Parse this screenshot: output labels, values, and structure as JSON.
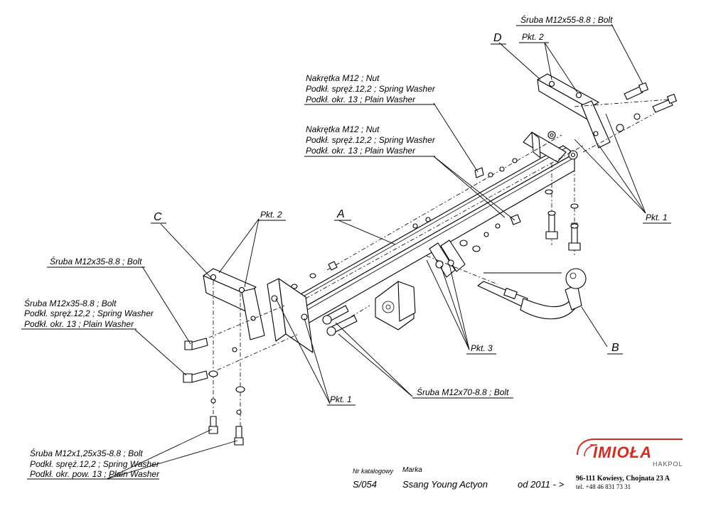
{
  "labels": {
    "bolt_top": "Śruba M12x55-8.8 ;  Bolt",
    "d": "D",
    "pkt2_top": "Pkt. 2",
    "nut_group_1": [
      "Nakrętka  M12 ; Nut",
      "Podkł. spręż.12,2 ; Spring Washer",
      "Podkł. okr. 13 ; Plain Washer"
    ],
    "nut_group_2": [
      "Nakrętka  M12 ; Nut",
      "Podkł. spręż.12,2 ; Spring Washer",
      "Podkł. okr. 13 ; Plain Washer"
    ],
    "pkt1_right": "Pkt. 1",
    "c": "C",
    "pkt2_left": "Pkt. 2",
    "a": "A",
    "bolt_left_1": "Śruba M12x35-8.8 ;  Bolt",
    "bolt_left_2": [
      "Śruba M12x35-8.8 ;  Bolt",
      "Podkł. spręż.12,2 ; Spring Washer",
      "Podkł. okr. 13 ; Plain Washer"
    ],
    "pkt3": "Pkt. 3",
    "b": "B",
    "pkt1_bottom": "Pkt. 1",
    "bolt_long": "Śruba M12x70-8.8 ;  Bolt",
    "bolt_bottom": [
      "Śruba M12x1,25x35-8.8 ;  Bolt",
      "Podkł. spręż.12,2 ; Spring Washer",
      "Podkł. okr. pow. 13 ; Plain Washer"
    ]
  },
  "footer": {
    "catalog_label": "Nr katalogowy",
    "catalog_value": "S/054",
    "brand_label": "Marka",
    "brand_value": "Ssang Young Actyon",
    "date": "od  2011 - >"
  },
  "company": {
    "logo": "IMIOŁA",
    "sub": "HAKPOL",
    "address": "96-111 Kowiesy, Chojnata 23 A",
    "phone": "tel. +48 46 831 73 31",
    "brand_color": "#d42a1f"
  }
}
